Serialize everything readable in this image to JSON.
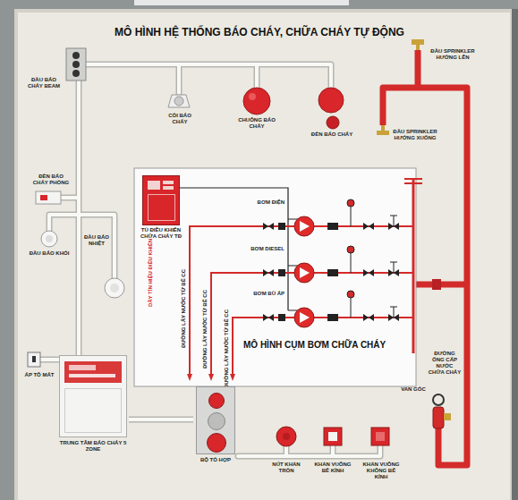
{
  "diagram": {
    "title": "MÔ HÌNH HỆ THỐNG BÁO CHÁY, CHỮA CHÁY TỰ ĐỘNG",
    "nodes": [
      {
        "text": [
          "MÔ HÌNH CỤM BƠM CHỮA CHÁY"
        ]
      },
      {
        "text": [
          "TỦ ĐIỀU KHIỂN CHỮA CHÁY TĐ"
        ],
        "in": 0
      },
      {
        "text": [
          "TRUNG TÂM BÁO CHÁY 5 ZONE"
        ]
      },
      {
        "text": [
          "BỘ TỔ HỢP"
        ]
      }
    ],
    "edges": [
      {
        "from": 2,
        "to": 3,
        "arrow": "none"
      }
    ],
    "labels": [
      "ĐẦU BÁO CHÁY BEAM",
      "CÒI BÁO CHÁY",
      "CHUÔNG BÁO CHÁY",
      "ĐÈN BÁO CHÁY",
      "ĐẦU SPRINKLER HƯỚNG LÊN",
      "ĐẦU SPRINKLER HƯỚNG XUỐNG",
      "ĐÈN BÁO CHÁY PHÒNG",
      "ĐẦU BÁO KHÓI",
      "ĐẦU BÁO NHIỆT",
      "ÁP TÔ MÁT",
      "BƠM ĐIỆN",
      "BƠM DIESEL",
      "BƠM BÙ ÁP",
      "DÂY TÍN HIỆU ĐIỀU KHIỂN",
      "ĐƯỜNG LẤY NƯỚC TỪ BỂ CC",
      "ĐƯỜNG LẤY NƯỚC TỪ BỂ CC",
      "ĐƯỜNG LẤY NƯỚC TỪ BỂ CC",
      "ĐƯỜNG ỐNG CẤP NƯỚC CHỮA CHÁY",
      "VAN GÓC",
      "NÚT KHẨN TRÒN",
      "KHẨN VUÔNG BỂ KÍNH",
      "KHẨN VUÔNG KHÔNG BỂ KÍNH"
    ]
  }
}
